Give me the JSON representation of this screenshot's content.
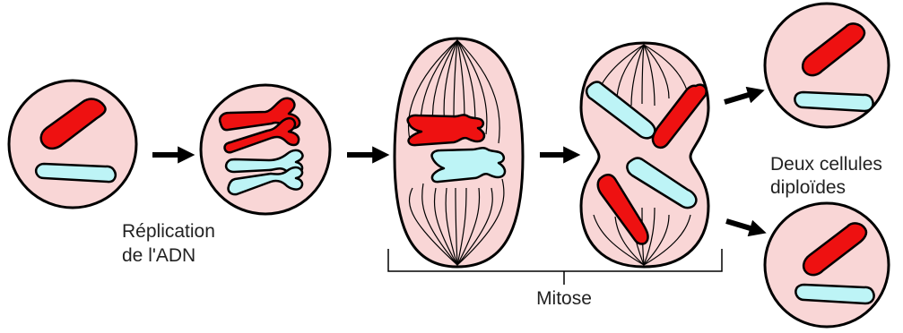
{
  "labels": {
    "replication_line1": "Réplication",
    "replication_line2": "de l'ADN",
    "mitosis": "Mitose",
    "daughter_line1": "Deux cellules",
    "daughter_line2": "diploïdes"
  },
  "colors": {
    "cell_fill": "#f9d6d6",
    "chromosome_red": "#ee1111",
    "chromosome_blue": "#bdf4f6",
    "outline": "#000000",
    "text": "#222222"
  },
  "icons": [
    "arrow-right-icon",
    "arrow-diagonal-up-icon",
    "arrow-diagonal-down-icon",
    "bracket-icon"
  ]
}
